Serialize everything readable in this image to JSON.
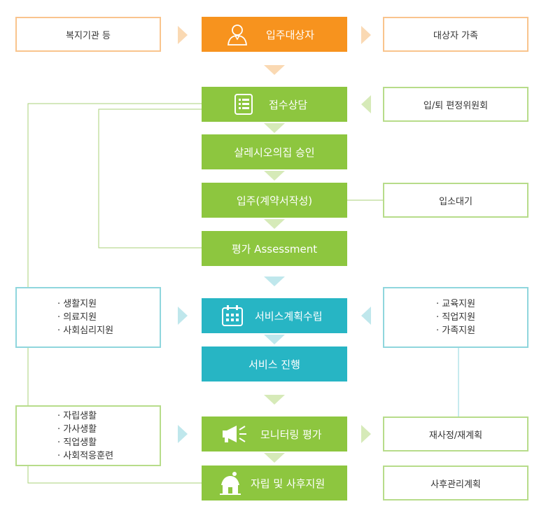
{
  "nodes": {
    "welfare": "복지기관 등",
    "resident": "입주대상자",
    "family": "대상자 가족",
    "intake": "접수상담",
    "committee": "입/퇴 편정위원회",
    "approval": "살레시오의집 승인",
    "contract": "입주(계약서작성)",
    "waiting": "입소대기",
    "assessment": "평가 Assessment",
    "service_plan": "서비스계획수립",
    "service_run": "서비스 진행",
    "monitoring": "모니터링 평가",
    "reassess": "재사정/재계획",
    "independence": "자립 및 사후지원",
    "aftercare": "사후관리계획"
  },
  "left_support": [
    "· 생활지원",
    "· 의료지원",
    "· 사회심리지원"
  ],
  "right_support": [
    "· 교육지원",
    "· 직업지원",
    "· 가족지원"
  ],
  "left_life": [
    "· 자립생활",
    "· 가사생활",
    "· 직업생활",
    "· 사회적응훈련"
  ],
  "colors": {
    "orange": "#f7931e",
    "green": "#8dc63f",
    "teal": "#27b5c4",
    "line": "#a9d27a"
  },
  "icons": [
    "person-icon",
    "checklist-icon",
    "calendar-icon",
    "megaphone-icon",
    "house-icon"
  ]
}
